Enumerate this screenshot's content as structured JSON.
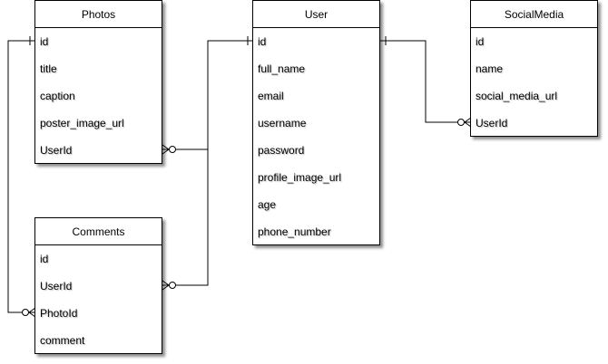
{
  "entities": {
    "photos": {
      "title": "Photos",
      "fields": [
        "id",
        "title",
        "caption",
        "poster_image_url",
        "UserId"
      ]
    },
    "user": {
      "title": "User",
      "fields": [
        "id",
        "full_name",
        "email",
        "username",
        "password",
        "profile_image_url",
        "age",
        "phone_number"
      ]
    },
    "socialmedia": {
      "title": "SocialMedia",
      "fields": [
        "id",
        "name",
        "social_media_url",
        "UserId"
      ]
    },
    "comments": {
      "title": "Comments",
      "fields": [
        "id",
        "UserId",
        "PhotoId",
        "comment"
      ]
    }
  },
  "relationships": [
    {
      "from": "user.id",
      "to": "photos.UserId",
      "from_cardinality": "one",
      "to_cardinality": "zero-or-many"
    },
    {
      "from": "user.id",
      "to": "comments.UserId",
      "from_cardinality": "one",
      "to_cardinality": "zero-or-many"
    },
    {
      "from": "user.id",
      "to": "socialmedia.UserId",
      "from_cardinality": "one",
      "to_cardinality": "zero-or-many"
    },
    {
      "from": "photos.id",
      "to": "comments.PhotoId",
      "from_cardinality": "one",
      "to_cardinality": "zero-or-many"
    }
  ],
  "colors": {
    "line": "#000000",
    "background": "#ffffff"
  }
}
